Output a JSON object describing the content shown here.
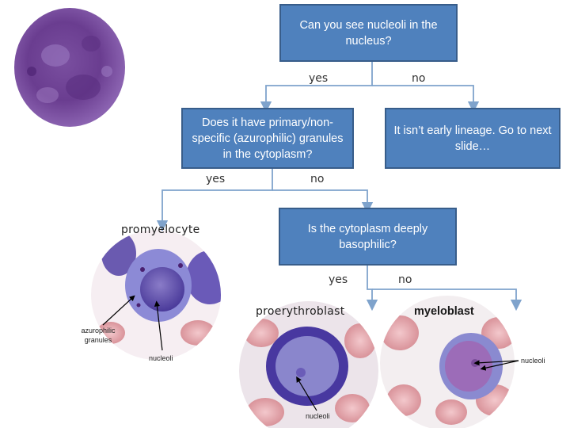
{
  "boxes": {
    "q1": "Can you see nucleoli in the nucleus?",
    "q2": "Does it have primary/non-specific (azurophilic) granules in the cytoplasm?",
    "q2_no_result": "It isn’t early lineage. Go to next slide…",
    "q3": "Is the cytoplasm deeply basophilic?"
  },
  "branch_labels": {
    "q1_yes": "yes",
    "q1_no": "no",
    "q2_yes": "yes",
    "q2_no": "no",
    "q3_yes": "yes",
    "q3_no": "no"
  },
  "cells": {
    "promyelocyte": "promyelocyte",
    "proerythroblast": "proerythroblast",
    "myeloblast": "myeloblast"
  },
  "annotations": {
    "azurophilic_granules": "azurophilic granules",
    "nucleoli_promyelocyte": "nucleoli",
    "nucleoli_proerythroblast": "nucleoli",
    "nucleoli_myeloblast": "nucleoli"
  },
  "colors": {
    "box_fill": "#4f81bd",
    "box_border": "#385d8a",
    "connector": "#7fa3cc"
  }
}
